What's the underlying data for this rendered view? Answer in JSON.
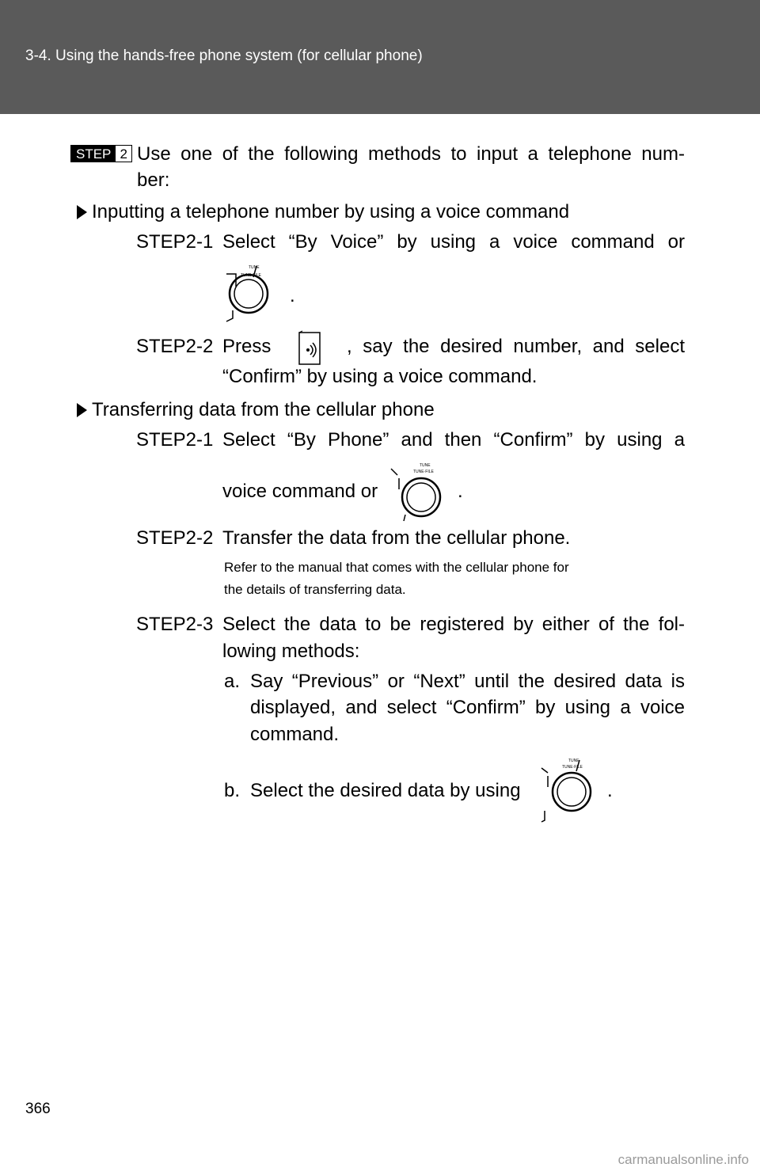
{
  "header": {
    "title": "3-4. Using the hands-free phone system (for cellular phone)"
  },
  "step_badge": {
    "label": "STEP",
    "number": "2"
  },
  "intro": {
    "line1": "Use one of the following methods to input a telephone num-",
    "line2": "ber:"
  },
  "method_voice": {
    "heading": "Inputting a telephone number by using a voice command",
    "step1_label": "STEP2-1",
    "step1_line1": "Select “By Voice” by using a voice command or",
    "step1_end": ".",
    "step2_label": "STEP2-2",
    "step2_press": "Press",
    "step2_rest": ", say the desired number, and select",
    "step2_line2": "“Confirm” by using a voice command."
  },
  "method_phone": {
    "heading": "Transferring data from the cellular phone",
    "step1_label": "STEP2-1",
    "step1_line1": "Select “By Phone” and then “Confirm” by using a",
    "step1_line2": "voice command or",
    "step1_end": ".",
    "step2_label": "STEP2-2",
    "step2_text": "Transfer the data from the cellular phone.",
    "note_line1": "Refer to the manual that comes with the cellular phone for",
    "note_line2": "the details of transferring data.",
    "step3_label": "STEP2-3",
    "step3_line1": "Select the data to be registered by either of the fol-",
    "step3_line2": "lowing methods:",
    "option_a_marker": "a.",
    "option_a_line1": "Say “Previous” or “Next” until the desired data is",
    "option_a_line2": "displayed, and select “Confirm” by using a voice",
    "option_a_line3": "command.",
    "option_b_marker": "b.",
    "option_b_text": "Select the desired data by using",
    "option_b_end": "."
  },
  "icons": {
    "knob": "tune-file-knob-icon",
    "talk": "talk-switch-icon",
    "knob_label_top": "TUNE",
    "knob_label_bottom": "TUNE·FILE"
  },
  "page_number": "366",
  "footer_url": "carmanualsonline.info"
}
